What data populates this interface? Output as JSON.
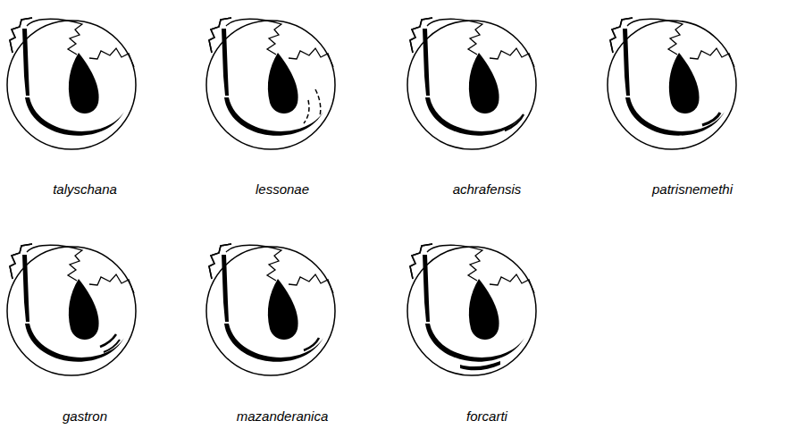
{
  "diagram": {
    "labels": [
      "talyschana",
      "lessonae",
      "achrafensis",
      "patrisnemethi",
      "gastron",
      "mazanderanica",
      "forcarti"
    ]
  }
}
